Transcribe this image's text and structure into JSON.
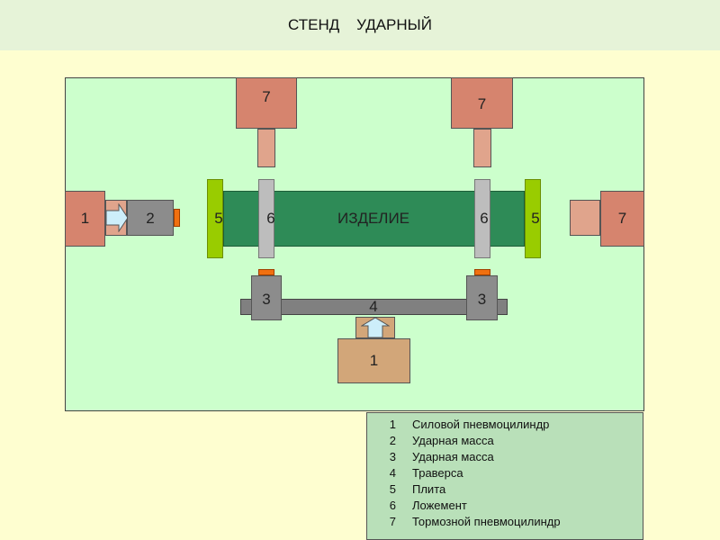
{
  "title": "СТЕНД    УДАРНЫЙ",
  "labels": {
    "cyl_left": "1",
    "mass_left": "2",
    "plate_left": "5",
    "cradle_left": "6",
    "product": "ИЗДЕЛИЕ",
    "cradle_right": "6",
    "plate_right": "5",
    "brake_right": "7",
    "brake_top_left": "7",
    "brake_top_right": "7",
    "mass_bottom_left": "3",
    "mass_bottom_right": "3",
    "traverse": "4",
    "cyl_bottom": "1"
  },
  "colors": {
    "background": "#fefed0",
    "frame": "#ccffcc",
    "cylinder": "#d6846e",
    "product": "#2e8b57",
    "plate": "#99cc00",
    "mass": "#8c8c8c",
    "accent": "#f07010"
  },
  "legend": [
    {
      "num": "1",
      "text": "Силовой пневмоцилиндр"
    },
    {
      "num": "2",
      "text": "Ударная масса"
    },
    {
      "num": "3",
      "text": "Ударная масса"
    },
    {
      "num": "4",
      "text": "Траверса"
    },
    {
      "num": "5",
      "text": "Плита"
    },
    {
      "num": "6",
      "text": "Ложемент"
    },
    {
      "num": "7",
      "text": "Тормозной пневмоцилиндр"
    }
  ]
}
